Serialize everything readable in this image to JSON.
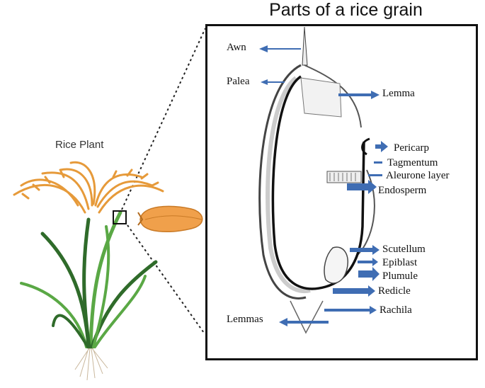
{
  "title": "Parts of a rice grain",
  "plant_label": "Rice Plant",
  "labels": {
    "awn": "Awn",
    "palea": "Palea",
    "lemma": "Lemma",
    "pericarp": "Pericarp",
    "tagmentum": "Tagmentum",
    "aleurone": "Aleurone layer",
    "endosperm": "Endosperm",
    "scutellum": "Scutellum",
    "epiblast": "Epiblast",
    "plumule": "Plumule",
    "redicle": "Redicle",
    "rachila": "Rachila",
    "lemmas": "Lemmas"
  },
  "colors": {
    "arrow": "#3f6db3",
    "panicle": "#e69a3a",
    "leaf_dark": "#2f6b2a",
    "leaf_light": "#5aa845",
    "grain": "#f0a04b"
  }
}
